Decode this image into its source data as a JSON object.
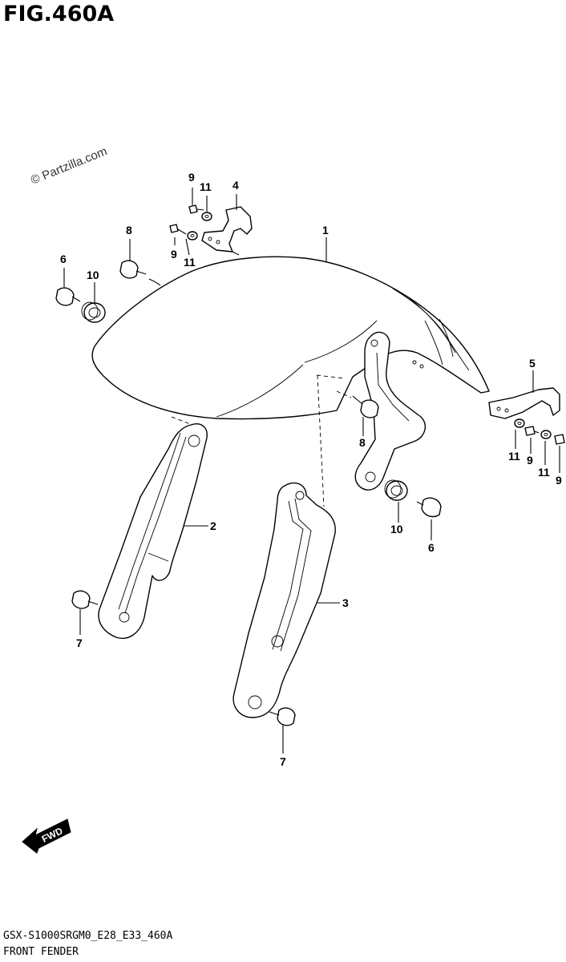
{
  "header": {
    "figure_title": "FIG.460A"
  },
  "watermark": "© Partzilla.com",
  "footer": {
    "model_code": "GSX-S1000SRGM0_E28_E33_460A",
    "section_name": "FRONT FENDER"
  },
  "fwd_label": "FWD",
  "callouts": [
    "1",
    "2",
    "3",
    "4",
    "5",
    "6",
    "6",
    "7",
    "7",
    "8",
    "8",
    "9",
    "9",
    "9",
    "9",
    "10",
    "10",
    "11",
    "11",
    "11",
    "11"
  ]
}
